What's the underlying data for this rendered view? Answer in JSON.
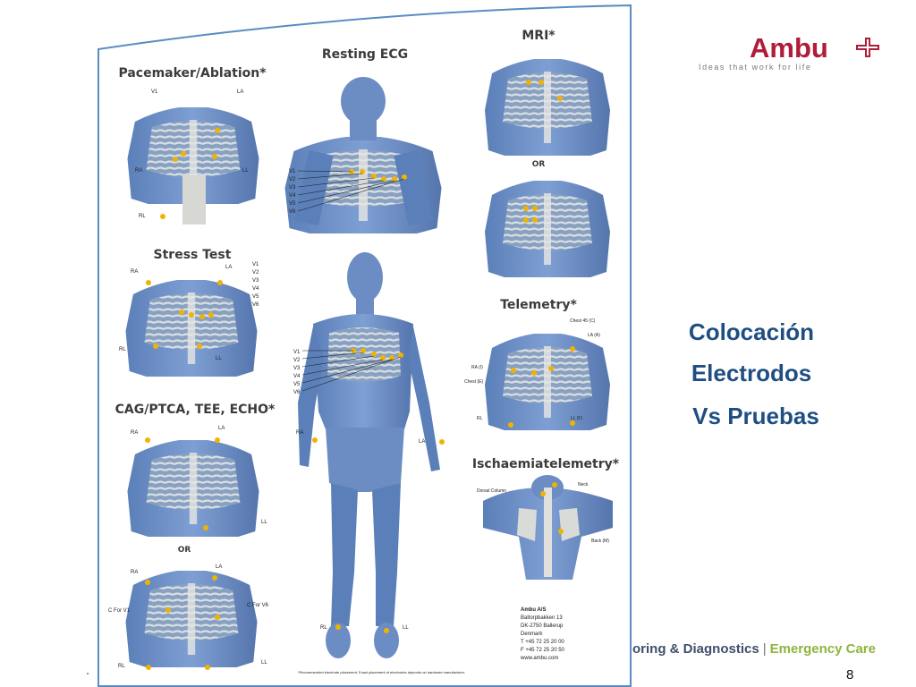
{
  "logo": {
    "brand": "Ambu",
    "tagline": "Ideas that work for life"
  },
  "side_title": {
    "line1": "Colocación",
    "line2": "Electrodos",
    "line3": "Vs Pruebas"
  },
  "footer": {
    "part1": "oring & Diagnostics",
    "separator": "|",
    "part2": "Emergency Care"
  },
  "page_number": "8",
  "poster": {
    "sections": {
      "pacemaker": "Pacemaker/Ablation*",
      "resting": "Resting ECG",
      "mri": "MRI*",
      "or1": "OR",
      "stress": "Stress Test",
      "telemetry": "Telemetry*",
      "cag": "CAG/PTCA, TEE, ECHO*",
      "ischaemia": "Ischaemiatelemetry*",
      "or2": "OR"
    },
    "labels": {
      "v1": "V1",
      "v2": "V2",
      "v3": "V3",
      "v4": "V4",
      "v5": "V5",
      "v6": "V6",
      "ra": "RA",
      "la": "LA",
      "rl": "RL",
      "ll": "LL",
      "chest45": "Chest 45 (C)",
      "la_a": "LA (A)",
      "ra_i": "RA (I)",
      "chest_e": "Chest (E)",
      "ll_f": "LL (F)",
      "dorsal": "Dorsal Column",
      "neck": "Neck",
      "back_m": "Back (M)",
      "cforv1": "C For V1",
      "cforv6": "C For V6"
    },
    "address": [
      "Ambu A/S",
      "Baltorpbakken 13",
      "DK-2750 Ballerup",
      "Denmark",
      "T +45 72 25 20 00",
      "F +45 72 25 20 50",
      "www.ambu.com"
    ],
    "footnote": "*Recommended electrode placement. Exact placement of electrodes depends on hardware manufacturer."
  }
}
